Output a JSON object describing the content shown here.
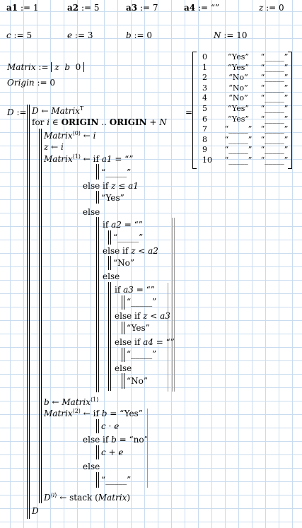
{
  "defs_row1": [
    "a1 := 1",
    "a2 := 5",
    "a3 := 7",
    "a4 := “”",
    "z := 0"
  ],
  "defs_row2": [
    "c := 5",
    "e := 3",
    "b := 0",
    "N := 10"
  ],
  "matrix_def": "Matrix := [z  b  0]",
  "origin_def": "Origin := 0",
  "program": {
    "lhs": "D :=",
    "line_init": "D ← Matrixᵀ",
    "line_for": "for i ∈ ORIGIN .. ORIGIN + N",
    "line_m0": "Matrix⁽⁰⁾ ← i",
    "line_z": "z ← i",
    "line_m1": "Matrix⁽¹⁾ ← if a1 = “”",
    "else_label": "else",
    "else_if_z_le_a1": "else if z ≤ a1",
    "if_a2": "if a2 = “”",
    "else_if_z_lt_a2": "else if z < a2",
    "if_a3": "if a3 = “”",
    "else_if_z_lt_a3": "else if z < a3",
    "else_if_a4": "else if a4 = “”",
    "blank_str": "“_____”",
    "yes_str": "“Yes”",
    "no_str": "“No”",
    "line_b": "b ← Matrix⁽¹⁾",
    "line_m2": "Matrix⁽²⁾ ← if b = “Yes”",
    "c_times_e": "c · e",
    "else_if_b_no": "else if b = “no”",
    "c_plus_e": "c + e",
    "line_stack": "D⟨i⟩ ← stack (Matrix)",
    "line_ret": "D"
  },
  "result": {
    "equals": "=",
    "rows": [
      [
        "0",
        "“Yes”",
        "“_____”"
      ],
      [
        "1",
        "“Yes”",
        "“_____”"
      ],
      [
        "2",
        "“No”",
        "“_____”"
      ],
      [
        "3",
        "“No”",
        "“_____”"
      ],
      [
        "4",
        "“No”",
        "“_____”"
      ],
      [
        "5",
        "“Yes”",
        "“_____”"
      ],
      [
        "6",
        "“Yes”",
        "“_____”"
      ],
      [
        "7",
        "“_____”",
        "“_____”"
      ],
      [
        "8",
        "“_____”",
        "“_____”"
      ],
      [
        "9",
        "“_____”",
        "“_____”"
      ],
      [
        "10",
        "“_____”",
        "“_____”"
      ]
    ]
  },
  "colors": {
    "grid": "#c9dcef",
    "bar": "#000000",
    "bar_muted": "#9a9a9a"
  }
}
